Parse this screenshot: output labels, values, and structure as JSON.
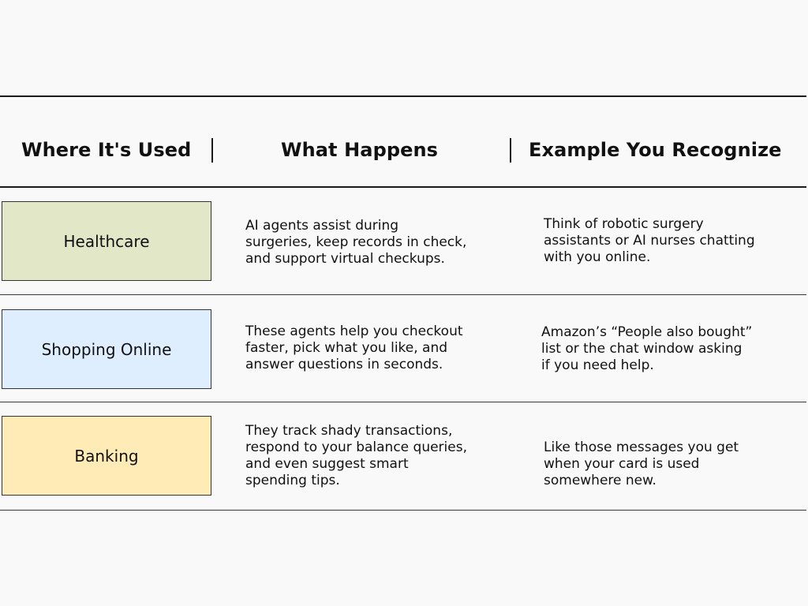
{
  "headers": {
    "where": "Where It's Used",
    "what": "What Happens",
    "example": "Example You Recognize"
  },
  "rows": [
    {
      "where": "Healthcare",
      "color": "#e1e7c7",
      "what_lines": [
        "AI agents assist during",
        "surgeries, keep records in check,",
        "and support virtual checkups."
      ],
      "example_lines": [
        "Think of robotic surgery",
        "assistants or AI nurses chatting",
        "with you online."
      ]
    },
    {
      "where": "Shopping Online",
      "color": "#dfeefe",
      "what_lines": [
        "These agents help you checkout",
        "faster, pick what you like, and",
        "answer questions in seconds."
      ],
      "example_lines": [
        "Amazon’s “People also bought”",
        "list or the chat window asking",
        "if you need help."
      ]
    },
    {
      "where": "Banking",
      "color": "#ffebb6",
      "what_lines": [
        "They track shady transactions,",
        "respond to your balance queries,",
        "and even suggest smart",
        "spending tips."
      ],
      "example_lines": [
        "Like those messages you get",
        "when your card is used",
        "somewhere new."
      ]
    }
  ]
}
